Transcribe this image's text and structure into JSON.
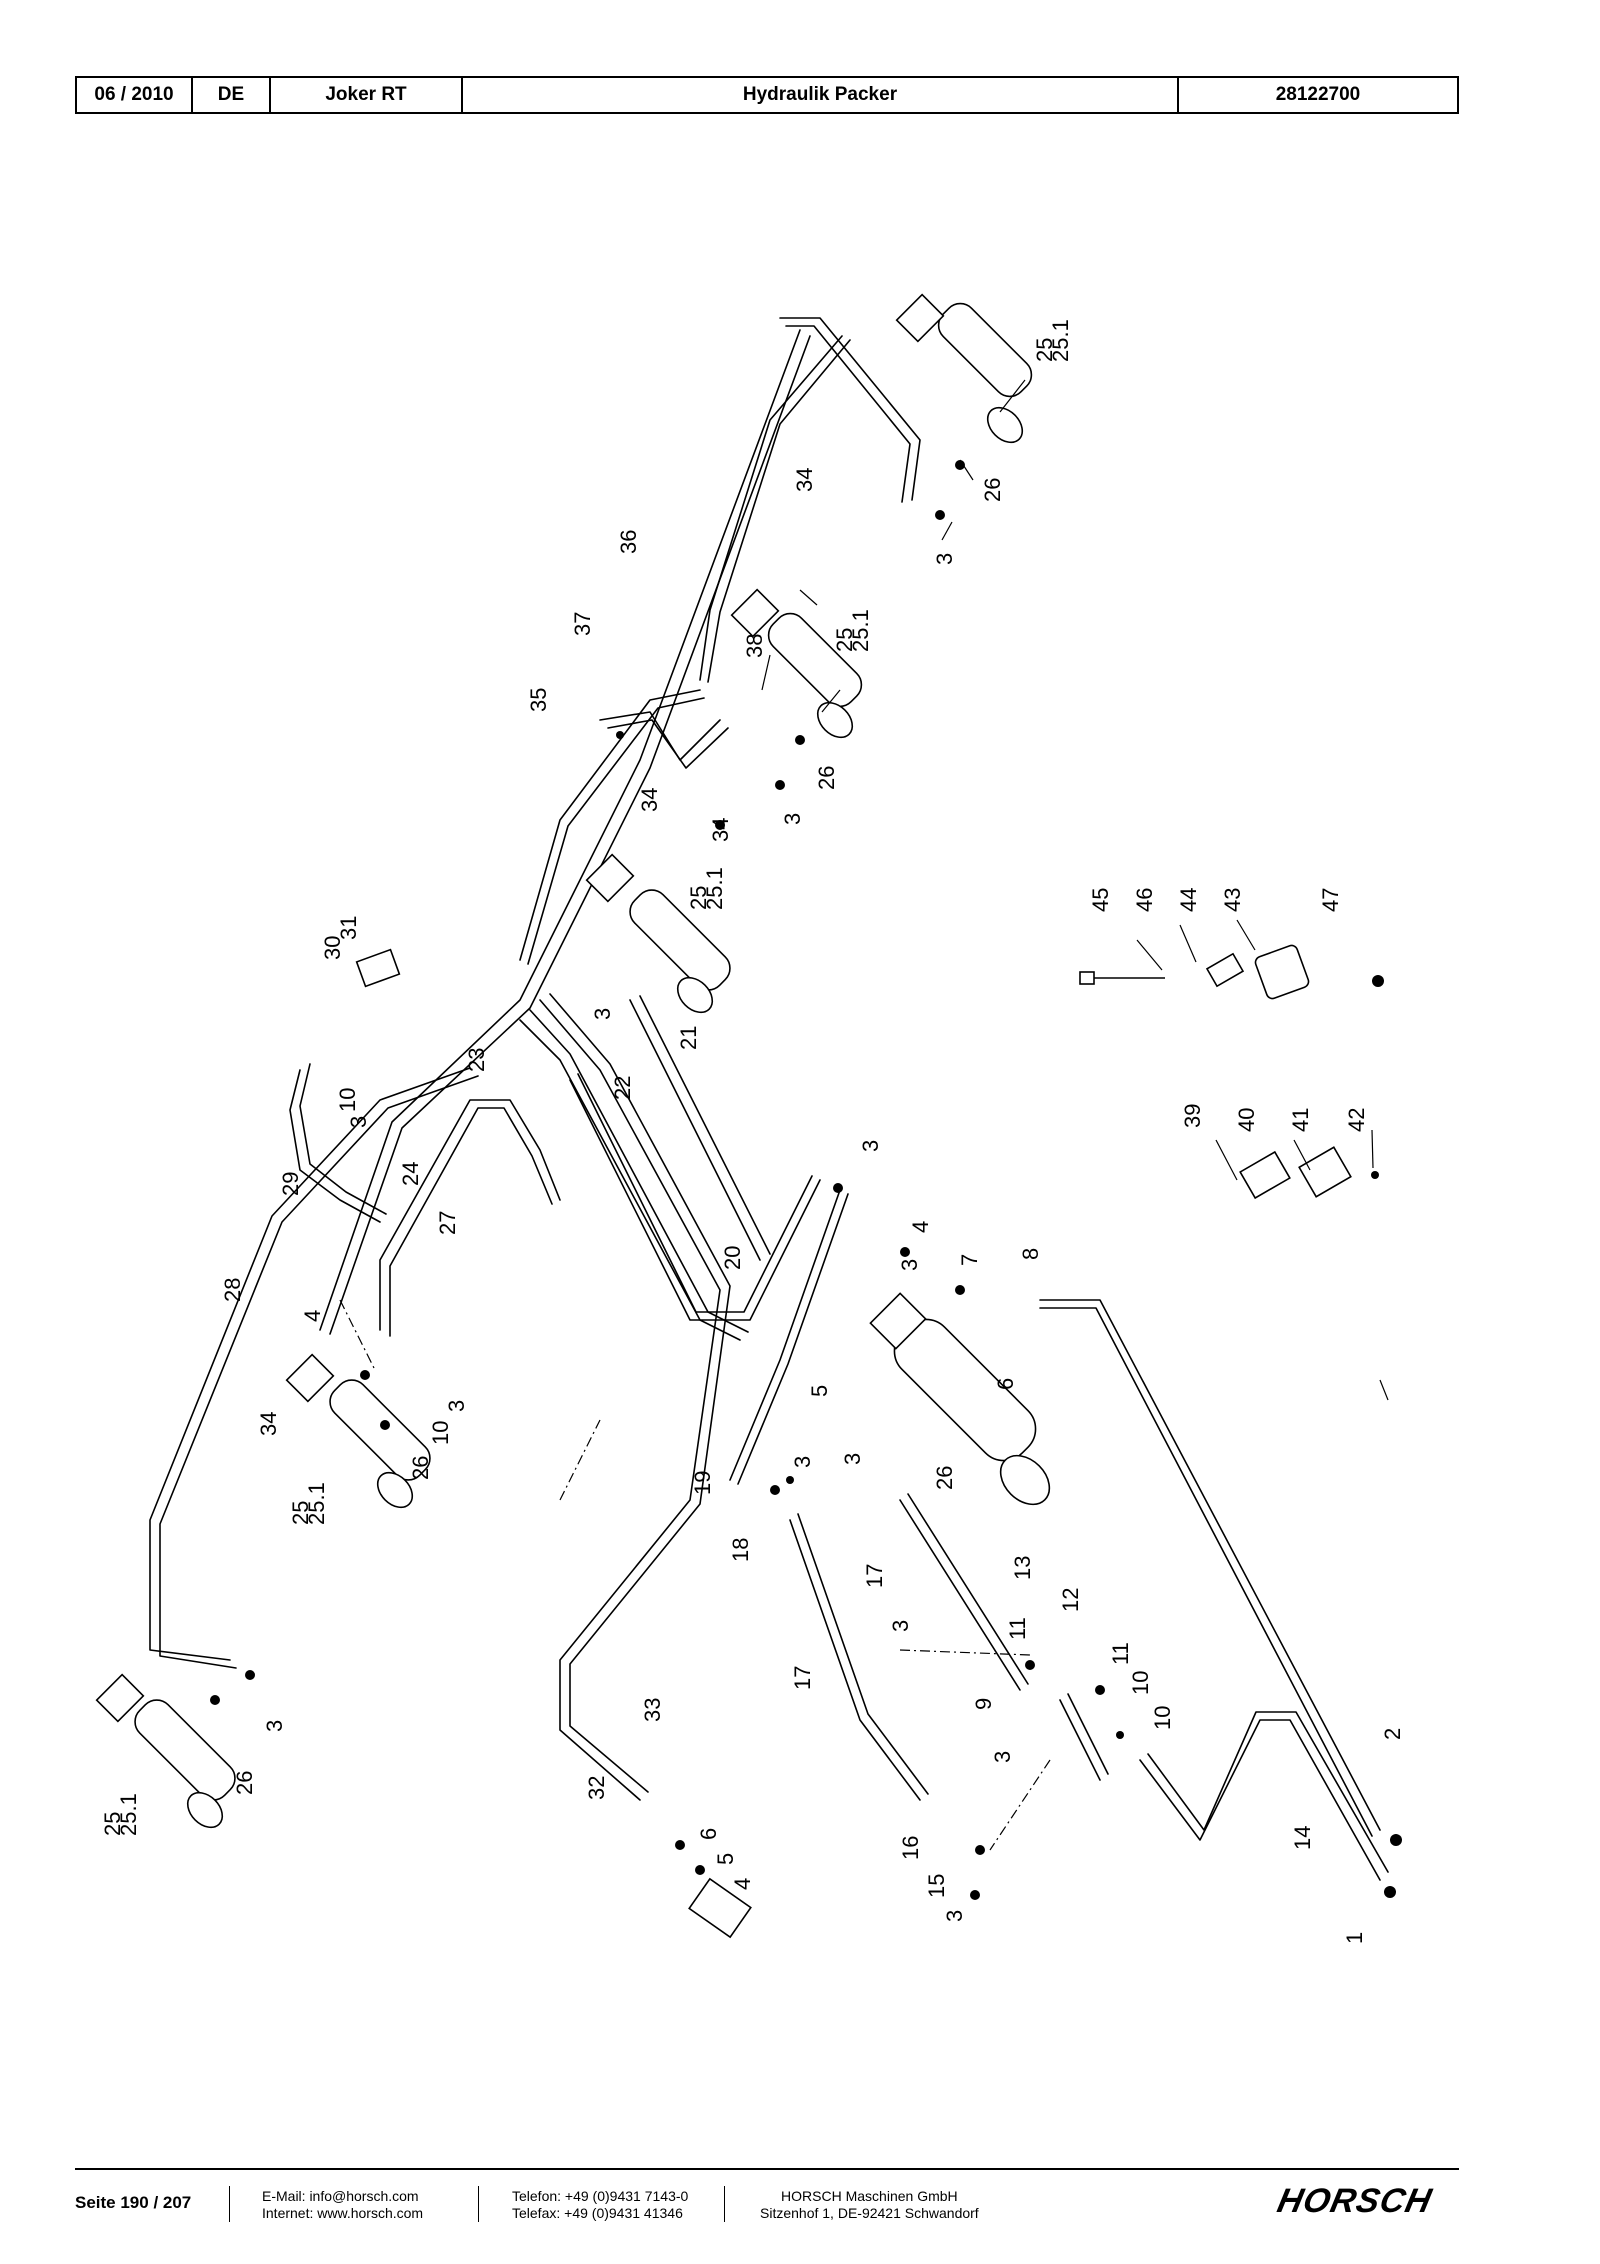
{
  "header": {
    "date": "06 / 2010",
    "lang": "DE",
    "model": "Joker RT",
    "title": "Hydraulik Packer",
    "part_number": "28122700"
  },
  "callouts": {
    "n1": "1",
    "n2": "2",
    "n3": "3",
    "n4": "4",
    "n5": "5",
    "n6": "6",
    "n7": "7",
    "n8": "8",
    "n9": "9",
    "n10": "10",
    "n11": "11",
    "n12": "12",
    "n13": "13",
    "n14": "14",
    "n15": "15",
    "n16": "16",
    "n17": "17",
    "n18": "18",
    "n19": "19",
    "n20": "20",
    "n21": "21",
    "n22": "22",
    "n23": "23",
    "n24": "24",
    "n25": "25",
    "n25_1": "25.1",
    "n26": "26",
    "n27": "27",
    "n28": "28",
    "n29": "29",
    "n30": "30",
    "n31": "31",
    "n32": "32",
    "n33": "33",
    "n34": "34",
    "n35": "35",
    "n36": "36",
    "n37": "37",
    "n38": "38",
    "n39": "39",
    "n40": "40",
    "n41": "41",
    "n42": "42",
    "n43": "43",
    "n44": "44",
    "n45": "45",
    "n46": "46",
    "n47": "47"
  },
  "footer": {
    "page": "Seite 190 / 207",
    "email": "E-Mail: info@horsch.com",
    "internet": "Internet: www.horsch.com",
    "phone": "Telefon: +49 (0)9431 7143-0",
    "fax": "Telefax: +49 (0)9431 41346",
    "company": "HORSCH Maschinen GmbH",
    "address": "Sitzenhof 1, DE-92421 Schwandorf",
    "logo": "HORSCH"
  }
}
